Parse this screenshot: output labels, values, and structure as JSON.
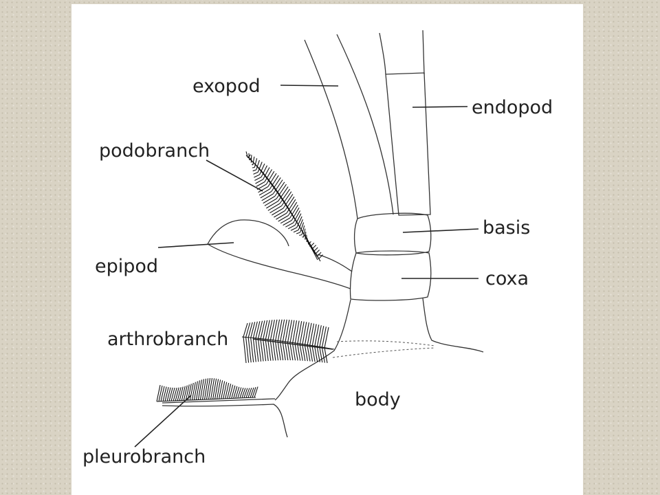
{
  "labels": {
    "exopod": "exopod",
    "endopod": "endopod",
    "podobranch": "podobranch",
    "epipod": "epipod",
    "basis": "basis",
    "coxa": "coxa",
    "arthrobranch": "arthrobranch",
    "body": "body",
    "pleurobranch": "pleurobranch"
  },
  "colors": {
    "background": "#d9d3c4",
    "panel": "#ffffff",
    "ink": "#222222"
  }
}
